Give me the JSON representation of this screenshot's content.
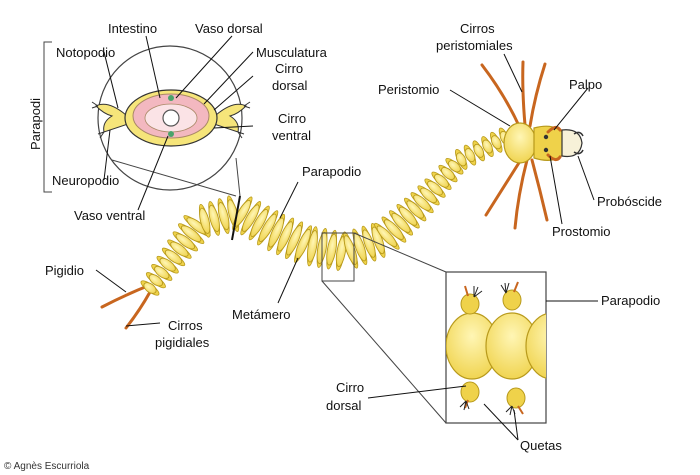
{
  "labels": {
    "intestino": "Intestino",
    "vaso_dorsal": "Vaso dorsal",
    "musculatura": "Musculatura",
    "cirro_dorsal_top_1": "Cirro",
    "cirro_dorsal_top_2": "dorsal",
    "cirro_ventral_1": "Cirro",
    "cirro_ventral_2": "ventral",
    "notopodio": "Notopodio",
    "parapodi": "Parapodi",
    "neuropodio": "Neuropodio",
    "vaso_ventral": "Vaso ventral",
    "parapodio_mid": "Parapodio",
    "pigidio": "Pigidio",
    "cirros_pigidiales_1": "Cirros",
    "cirros_pigidiales_2": "pigidiales",
    "metamero": "Metámero",
    "cirros_peristomiales_1": "Cirros",
    "cirros_peristomiales_2": "peristomiales",
    "peristomio": "Peristomio",
    "palpo": "Palpo",
    "proboscide": "Probóscide",
    "prostomio": "Prostomio",
    "parapodio_right": "Parapodio",
    "cirro_dorsal_bottom_1": "Cirro",
    "cirro_dorsal_bottom_2": "dorsal",
    "quetas": "Quetas"
  },
  "credit": "© Agnès Escurriola",
  "colors": {
    "body_fill": "#f6e57a",
    "body_stroke": "#b89a1c",
    "cirri": "#c8661f",
    "tissue_pink": "#f3b8c0",
    "line": "#111111"
  }
}
